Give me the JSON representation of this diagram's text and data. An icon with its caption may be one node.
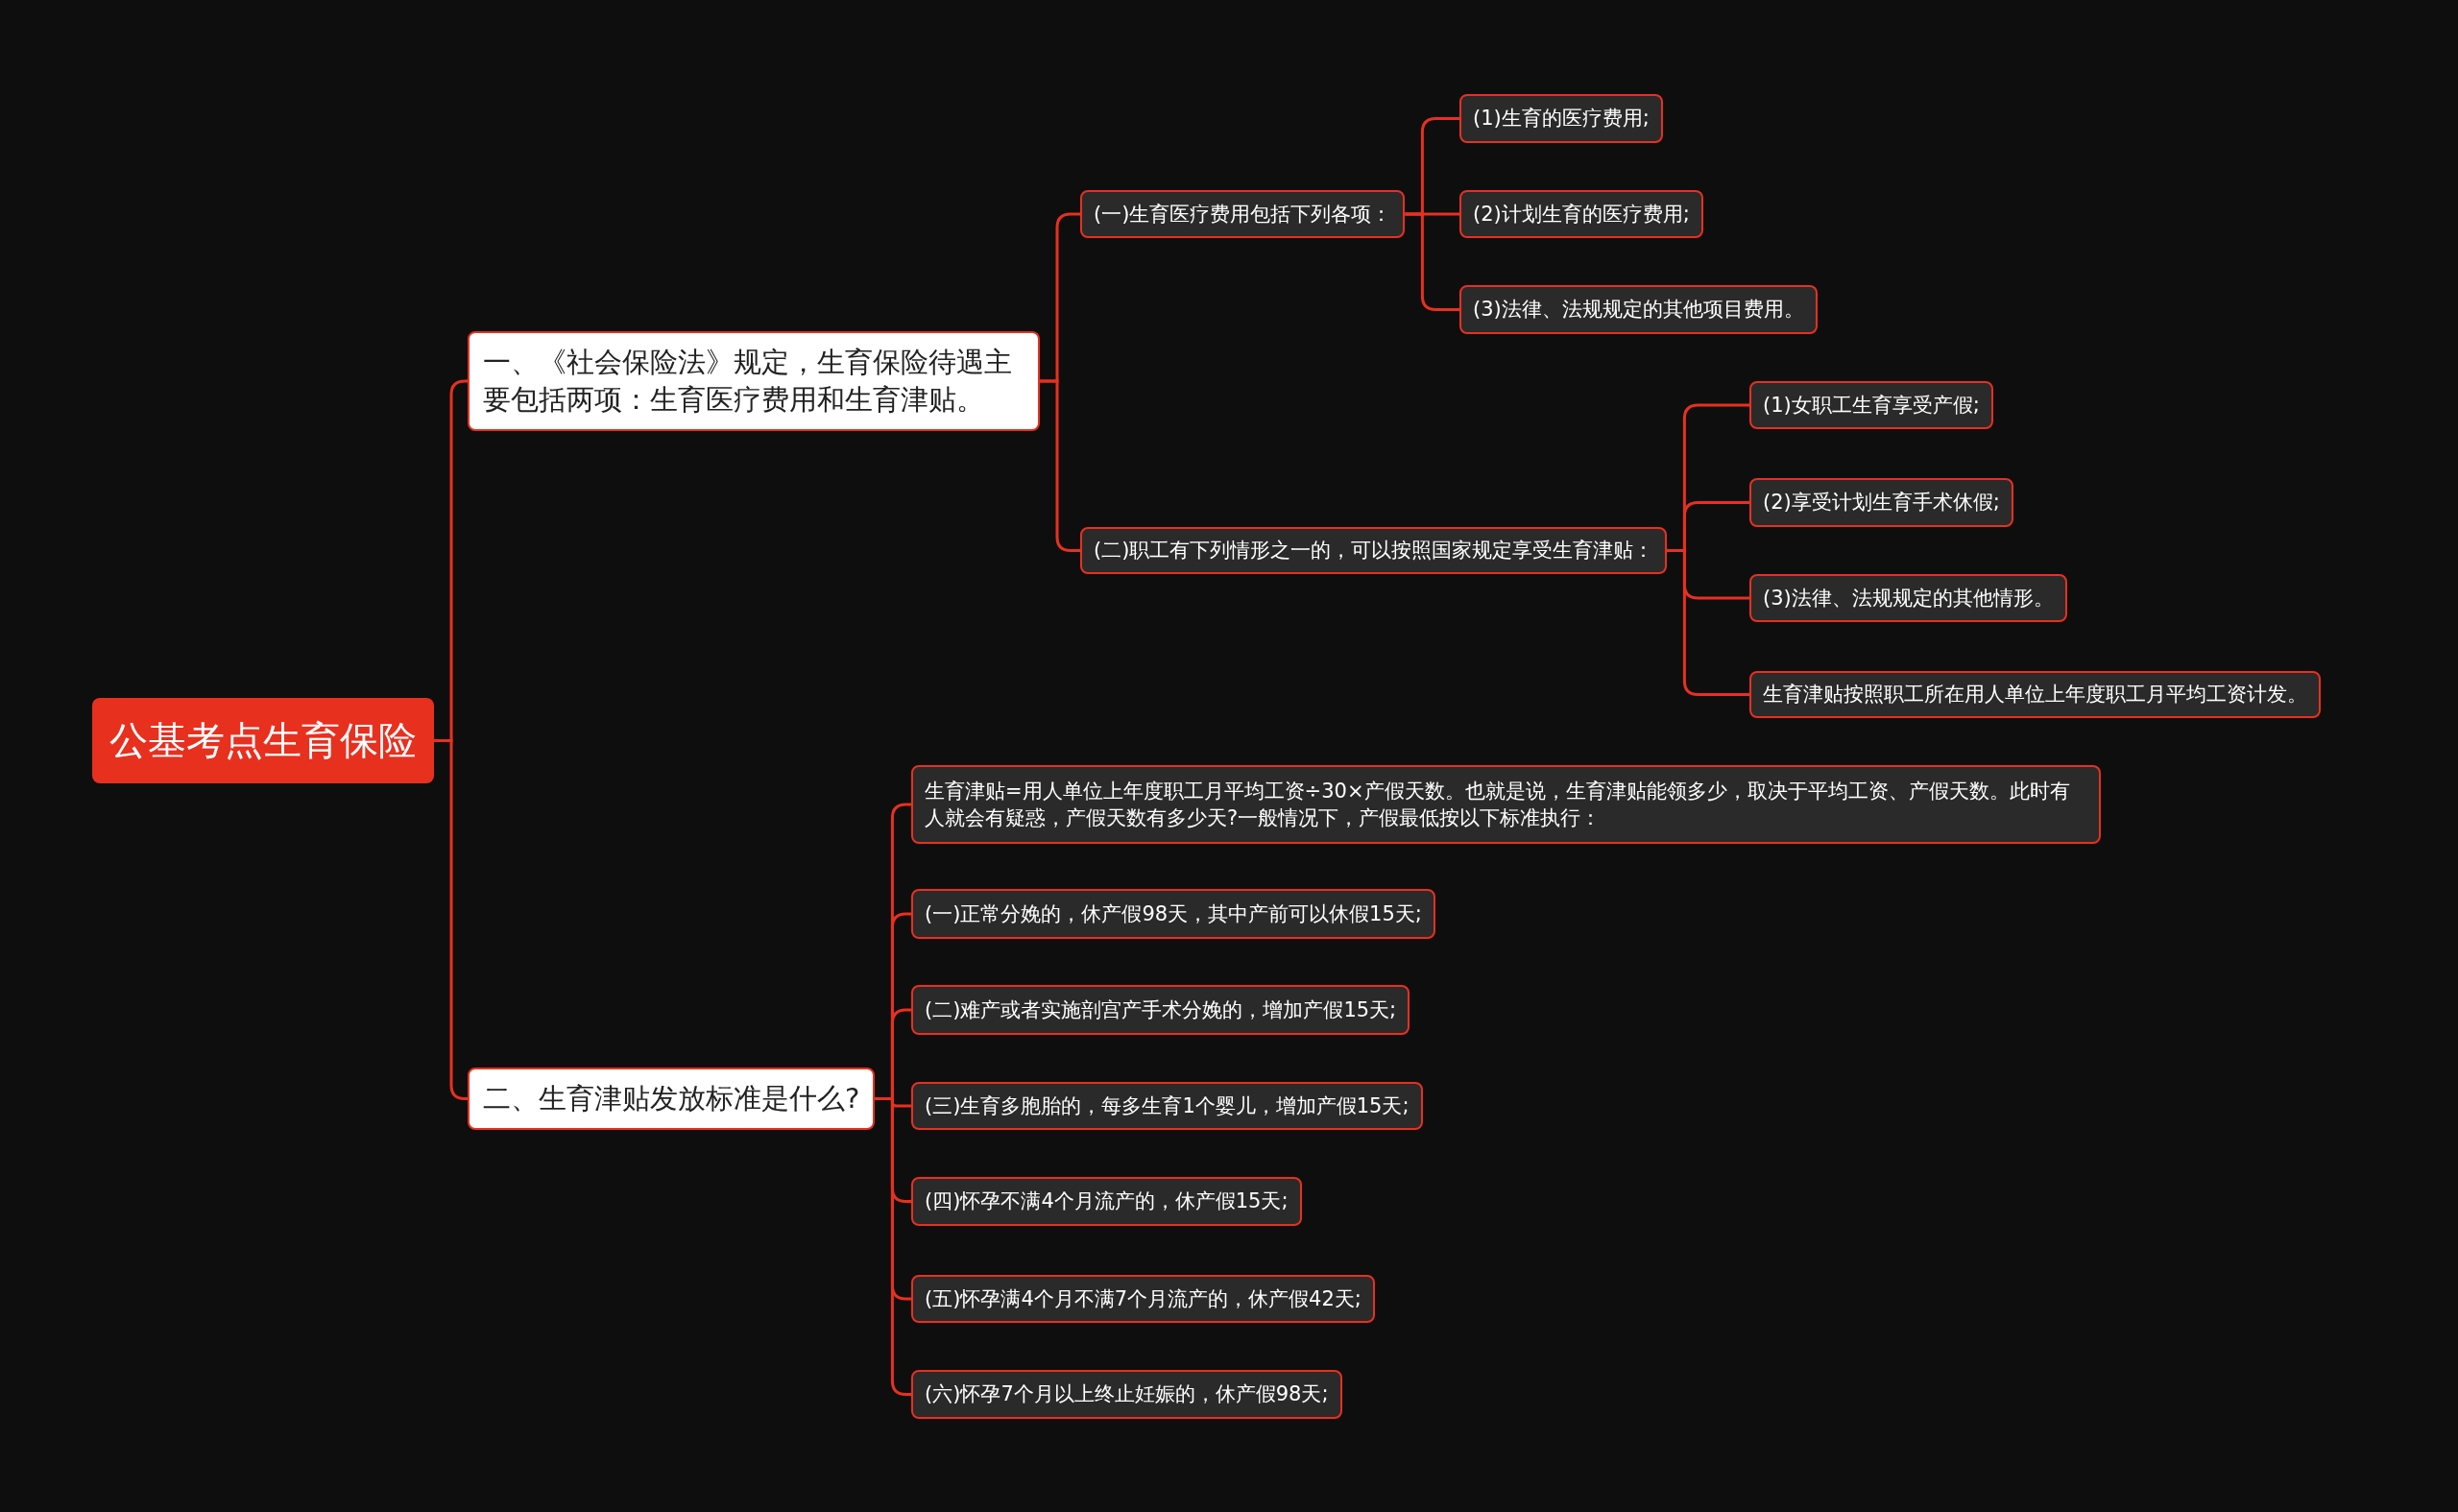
{
  "diagram": {
    "nodes": [
      {
        "text": [
          "公基考点生育保险"
        ]
      },
      {
        "text": [
          "一、《社会保险法》规定，生育保险待遇主要包括两项：生育医疗费用和生育津贴。"
        ]
      },
      {
        "text": [
          "(一)生育医疗费用包括下列各项："
        ]
      },
      {
        "text": [
          "(1)生育的医疗费用;"
        ]
      },
      {
        "text": [
          "(2)计划生育的医疗费用;"
        ]
      },
      {
        "text": [
          "(3)法律、法规规定的其他项目费用。"
        ]
      },
      {
        "text": [
          "(二)职工有下列情形之一的，可以按照国家规定享受生育津贴："
        ]
      },
      {
        "text": [
          "(1)女职工生育享受产假;"
        ]
      },
      {
        "text": [
          "(2)享受计划生育手术休假;"
        ]
      },
      {
        "text": [
          "(3)法律、法规规定的其他情形。"
        ]
      },
      {
        "text": [
          "生育津贴按照职工所在用人单位上年度职工月平均工资计发。"
        ]
      },
      {
        "text": [
          "二、生育津贴发放标准是什么?"
        ]
      },
      {
        "text": [
          "生育津贴=用人单位上年度职工月平均工资÷30×产假天数。也就是说，生育津贴能领多少，取决于平均工资、产假天数。此时有人就会有疑惑，产假天数有多少天?一般情况下，产假最低按以下标准执行："
        ]
      },
      {
        "text": [
          "(一)正常分娩的，休产假98天，其中产前可以休假15天;"
        ]
      },
      {
        "text": [
          "(二)难产或者实施剖宫产手术分娩的，增加产假15天;"
        ]
      },
      {
        "text": [
          "(三)生育多胞胎的，每多生育1个婴儿，增加产假15天;"
        ]
      },
      {
        "text": [
          "(四)怀孕不满4个月流产的，休产假15天;"
        ]
      },
      {
        "text": [
          "(五)怀孕满4个月不满7个月流产的，休产假42天;"
        ]
      },
      {
        "text": [
          "(六)怀孕7个月以上终止妊娠的，休产假98天;"
        ]
      }
    ],
    "edges": [
      {
        "from": 0,
        "to": 1,
        "arrow": "none"
      },
      {
        "from": 0,
        "to": 11,
        "arrow": "none"
      },
      {
        "from": 1,
        "to": 2,
        "arrow": "none"
      },
      {
        "from": 1,
        "to": 6,
        "arrow": "none"
      },
      {
        "from": 2,
        "to": 3,
        "arrow": "none"
      },
      {
        "from": 2,
        "to": 4,
        "arrow": "none"
      },
      {
        "from": 2,
        "to": 5,
        "arrow": "none"
      },
      {
        "from": 6,
        "to": 7,
        "arrow": "none"
      },
      {
        "from": 6,
        "to": 8,
        "arrow": "none"
      },
      {
        "from": 6,
        "to": 9,
        "arrow": "none"
      },
      {
        "from": 6,
        "to": 10,
        "arrow": "none"
      },
      {
        "from": 11,
        "to": 12,
        "arrow": "none"
      },
      {
        "from": 11,
        "to": 13,
        "arrow": "none"
      },
      {
        "from": 11,
        "to": 14,
        "arrow": "none"
      },
      {
        "from": 11,
        "to": 15,
        "arrow": "none"
      },
      {
        "from": 11,
        "to": 16,
        "arrow": "none"
      },
      {
        "from": 11,
        "to": 17,
        "arrow": "none"
      },
      {
        "from": 11,
        "to": 18,
        "arrow": "none"
      }
    ]
  }
}
